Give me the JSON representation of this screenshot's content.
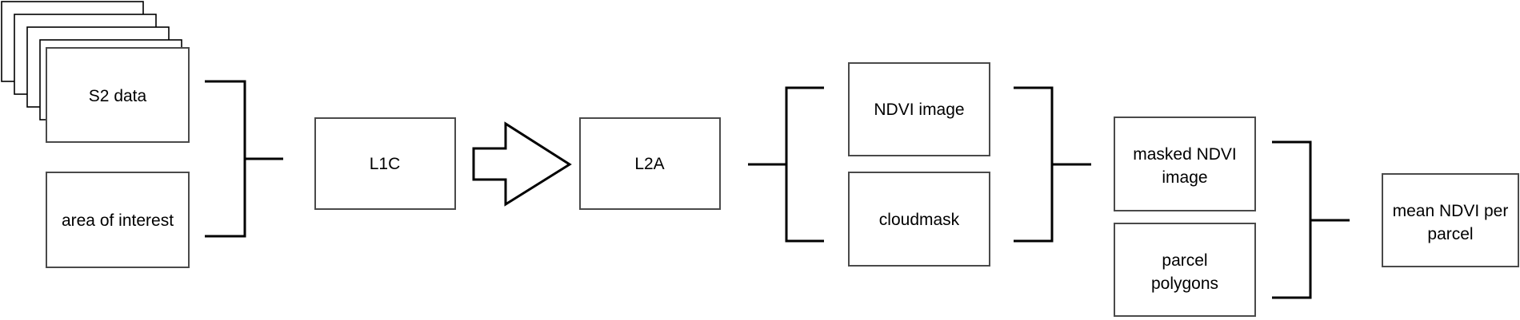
{
  "nodes": {
    "s2_data": "S2 data",
    "area_of_interest": "area of interest",
    "l1c": "L1C",
    "l2a": "L2A",
    "ndvi_image": "NDVI image",
    "cloudmask": "cloudmask",
    "masked_ndvi_line1": "masked NDVI",
    "masked_ndvi_line2": "image",
    "parcel_polygons_line1": "parcel",
    "parcel_polygons_line2": "polygons",
    "mean_ndvi_line1": "mean NDVI per",
    "mean_ndvi_line2": "parcel"
  }
}
